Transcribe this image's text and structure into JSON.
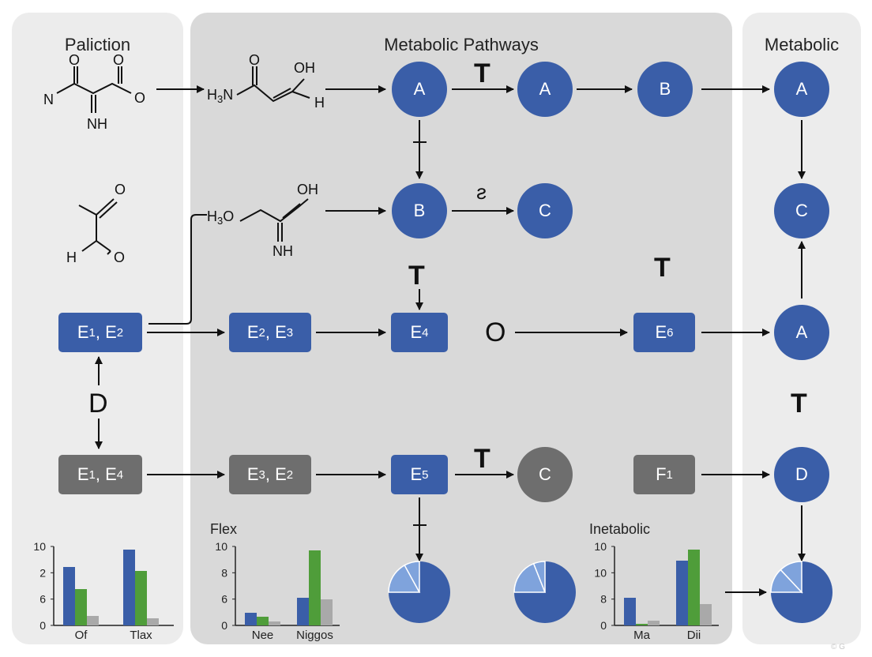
{
  "panels": {
    "left_title": "Paliction",
    "middle_title": "Metabolic Pathways",
    "right_title": "Metabolic"
  },
  "colors": {
    "node_blue": "#3a5ea8",
    "node_gray": "#6e6e6e",
    "bar_blue": "#3a5ea8",
    "bar_green": "#4f9d3a",
    "bar_gray": "#a9a9a9",
    "pie_dark": "#3a5ea8",
    "pie_light": "#7fa3dc"
  },
  "molecules": {
    "m1": {
      "n": "N",
      "o1": "O",
      "o2": "O",
      "o3": "O",
      "nh": "NH"
    },
    "m2": {
      "h3n": "H3N",
      "o": "O",
      "oh": "OH",
      "h": "H"
    },
    "m3": {
      "o1": "O",
      "h": "H",
      "o2": "O"
    },
    "m4": {
      "h3o": "H3O",
      "oh": "OH",
      "nh": "NH"
    }
  },
  "nodes": {
    "circle_a1": "A",
    "circle_a2": "A",
    "circle_b1": "B",
    "circle_a3": "A",
    "circle_b2": "B",
    "circle_c1": "C",
    "circle_c2": "C",
    "circle_a4": "A",
    "circle_c3": "C",
    "circle_d1": "D",
    "rect_e1e2": "E1, E2",
    "rect_e2e3": "E2, E3",
    "rect_e4": "E4",
    "rect_e6": "E6",
    "rect_e1e4": "E1, E4",
    "rect_e3e2": "E3, E2",
    "rect_e5": "E5",
    "rect_f1": "F1"
  },
  "symbols": {
    "t_top": "T",
    "swirl": "ƨ",
    "t_mid": "T",
    "t_right": "T",
    "o_mid": "O",
    "d_left": "D",
    "t_right_low": "T",
    "t_bottom": "T"
  },
  "mini_charts": {
    "left": {
      "title": "",
      "y_ticks": [
        "10",
        "2",
        "6",
        "0"
      ],
      "categories": [
        "Of",
        "Tlax"
      ],
      "series": [
        {
          "color_key": "bar_blue",
          "values": [
            0.74,
            0.96
          ]
        },
        {
          "color_key": "bar_green",
          "values": [
            0.46,
            0.69
          ]
        },
        {
          "color_key": "bar_gray",
          "values": [
            0.12,
            0.09
          ]
        }
      ]
    },
    "middle": {
      "title": "Flex",
      "y_ticks": [
        "10",
        "8",
        "6",
        "0"
      ],
      "categories": [
        "Nee",
        "Niggos"
      ],
      "series": [
        {
          "color_key": "bar_blue",
          "values": [
            0.16,
            0.35
          ]
        },
        {
          "color_key": "bar_green",
          "values": [
            0.11,
            0.95
          ]
        },
        {
          "color_key": "bar_gray",
          "values": [
            0.05,
            0.33
          ]
        }
      ]
    },
    "right": {
      "title": "Inetabolic",
      "y_ticks": [
        "10",
        "10",
        "8",
        "0"
      ],
      "categories": [
        "Ma",
        "Dii"
      ],
      "series": [
        {
          "color_key": "bar_blue",
          "values": [
            0.35,
            0.82
          ]
        },
        {
          "color_key": "bar_green",
          "values": [
            0.02,
            0.96
          ]
        },
        {
          "color_key": "bar_gray",
          "values": [
            0.06,
            0.27
          ]
        }
      ]
    }
  },
  "pies": {
    "p1": [
      0.75,
      0.17,
      0.08
    ],
    "p2": [
      0.75,
      0.19,
      0.06
    ],
    "p3": [
      0.75,
      0.13,
      0.12
    ]
  },
  "watermark": "© G"
}
